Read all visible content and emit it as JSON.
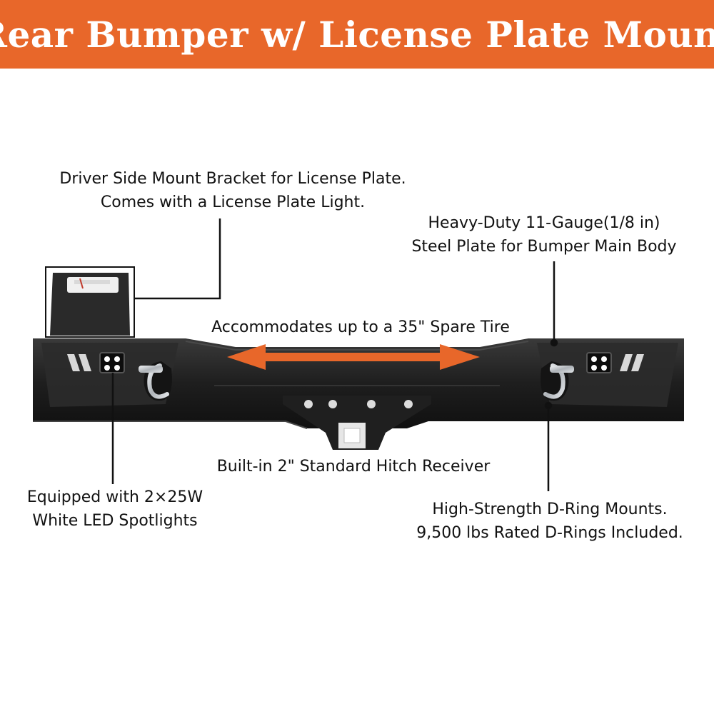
{
  "banner": {
    "title": "Rear Bumper w/ License Plate Mount",
    "background": "#e8672a",
    "text_color": "#ffffff"
  },
  "callouts": {
    "license_plate": {
      "line1": "Driver Side Mount Bracket for License Plate.",
      "line2": "Comes with a License Plate Light."
    },
    "steel_plate": {
      "line1": "Heavy-Duty 11-Gauge(1/8 in)",
      "line2": "Steel Plate for Bumper Main Body"
    },
    "spare_tire": {
      "line1": "Accommodates up to a 35\" Spare Tire"
    },
    "hitch": {
      "line1": "Built-in 2\" Standard Hitch Receiver"
    },
    "led": {
      "line1": "Equipped with 2×25W",
      "line2": "White LED Spotlights"
    },
    "d_ring": {
      "line1": "High-Strength D-Ring Mounts.",
      "line2": "9,500 lbs Rated D-Rings Included."
    }
  },
  "colors": {
    "bumper": "#1c1c1c",
    "arrow": "#e8672a",
    "shackle": "#c9cdd2",
    "leader_lines": "#111111"
  },
  "icons": {
    "arrow": "double-headed-arrow-icon",
    "led": "led-spotlight-icon",
    "shackle": "d-ring-shackle-icon",
    "hitch": "hitch-receiver-icon"
  }
}
